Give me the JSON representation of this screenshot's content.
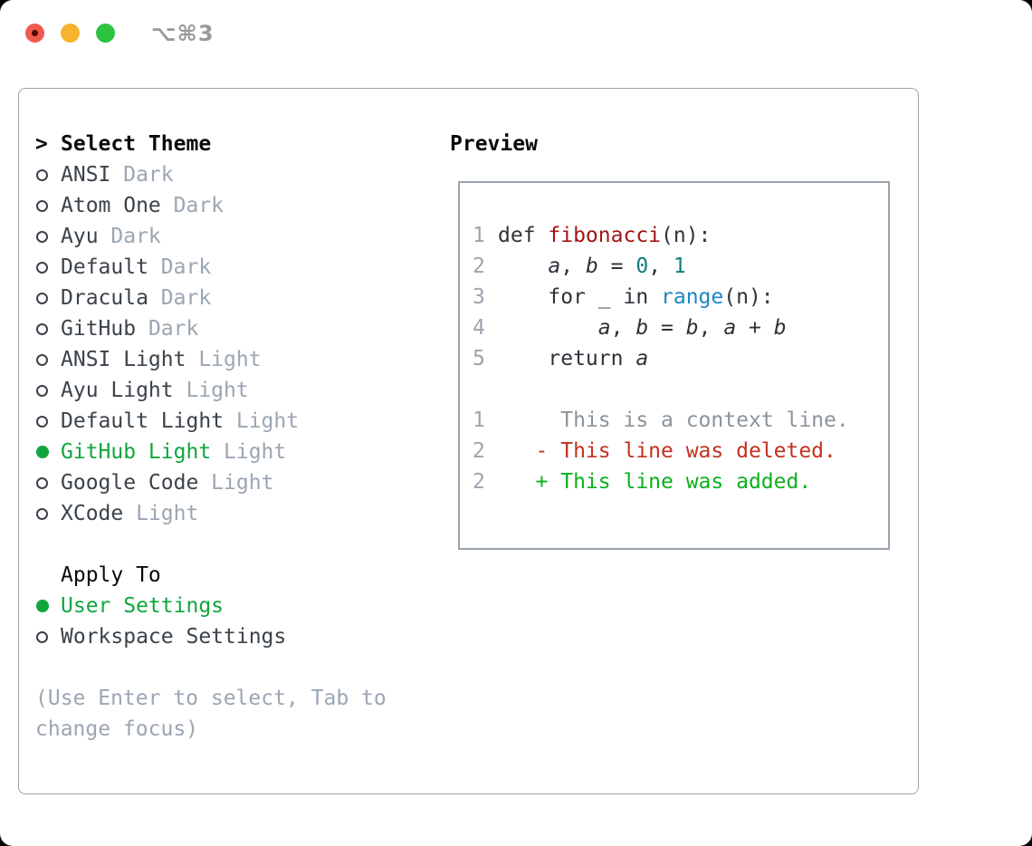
{
  "window": {
    "title": "⌥⌘3",
    "traffic_lights": [
      {
        "name": "close",
        "color": "#f0594e"
      },
      {
        "name": "minimize",
        "color": "#f6b42c"
      },
      {
        "name": "zoom",
        "color": "#2cc341"
      }
    ]
  },
  "theme_selector": {
    "prompt": ">",
    "title": "Select Theme",
    "themes": [
      {
        "name": "ANSI",
        "variant": "Dark",
        "selected": false
      },
      {
        "name": "Atom One",
        "variant": "Dark",
        "selected": false
      },
      {
        "name": "Ayu",
        "variant": "Dark",
        "selected": false
      },
      {
        "name": "Default",
        "variant": "Dark",
        "selected": false
      },
      {
        "name": "Dracula",
        "variant": "Dark",
        "selected": false
      },
      {
        "name": "GitHub",
        "variant": "Dark",
        "selected": false
      },
      {
        "name": "ANSI Light",
        "variant": "Light",
        "selected": false
      },
      {
        "name": "Ayu Light",
        "variant": "Light",
        "selected": false
      },
      {
        "name": "Default Light",
        "variant": "Light",
        "selected": false
      },
      {
        "name": "GitHub Light",
        "variant": "Light",
        "selected": true
      },
      {
        "name": "Google Code",
        "variant": "Light",
        "selected": false
      },
      {
        "name": "XCode",
        "variant": "Light",
        "selected": false
      }
    ],
    "apply_to": {
      "title": "Apply To",
      "options": [
        {
          "name": "User Settings",
          "selected": true
        },
        {
          "name": "Workspace Settings",
          "selected": false
        }
      ]
    },
    "hint_lines": [
      "(Use Enter to select, Tab to",
      "change focus)"
    ]
  },
  "preview": {
    "title": "Preview",
    "code_lines": [
      {
        "num": "1",
        "segments": [
          {
            "t": "def ",
            "c": "code"
          },
          {
            "t": "fibonacci",
            "c": "func"
          },
          {
            "t": "(n):",
            "c": "code"
          }
        ]
      },
      {
        "num": "2",
        "segments": [
          {
            "t": "    ",
            "c": "code"
          },
          {
            "t": "a",
            "c": "var"
          },
          {
            "t": ", ",
            "c": "code"
          },
          {
            "t": "b",
            "c": "var"
          },
          {
            "t": " = ",
            "c": "code"
          },
          {
            "t": "0",
            "c": "num"
          },
          {
            "t": ", ",
            "c": "code"
          },
          {
            "t": "1",
            "c": "num"
          }
        ]
      },
      {
        "num": "3",
        "segments": [
          {
            "t": "    for _ in ",
            "c": "code"
          },
          {
            "t": "range",
            "c": "builtin"
          },
          {
            "t": "(n):",
            "c": "code"
          }
        ]
      },
      {
        "num": "4",
        "segments": [
          {
            "t": "        ",
            "c": "code"
          },
          {
            "t": "a",
            "c": "var"
          },
          {
            "t": ", ",
            "c": "code"
          },
          {
            "t": "b",
            "c": "var"
          },
          {
            "t": " = ",
            "c": "code"
          },
          {
            "t": "b",
            "c": "var"
          },
          {
            "t": ", ",
            "c": "code"
          },
          {
            "t": "a",
            "c": "var"
          },
          {
            "t": " + ",
            "c": "code"
          },
          {
            "t": "b",
            "c": "var"
          }
        ]
      },
      {
        "num": "5",
        "segments": [
          {
            "t": "    return ",
            "c": "code"
          },
          {
            "t": "a",
            "c": "var"
          }
        ]
      }
    ],
    "diff_lines": [
      {
        "num": "1",
        "segments": [
          {
            "t": "     This is a context line.",
            "c": "context"
          }
        ]
      },
      {
        "num": "2",
        "segments": [
          {
            "t": "   ",
            "c": "code"
          },
          {
            "t": "- This line was deleted.",
            "c": "deleted"
          }
        ]
      },
      {
        "num": "2",
        "segments": [
          {
            "t": "   ",
            "c": "code"
          },
          {
            "t": "+ This line was added.",
            "c": "added"
          }
        ]
      }
    ]
  },
  "colors": {
    "selected_green": "#10a63d",
    "item_text": "#3b424a",
    "muted_gray": "#9ba6b2",
    "panel_border": "#99a2ad",
    "function_red": "#a31515",
    "literal_teal": "#0f7d7c",
    "builtin_blue": "#1b87c4",
    "diff_deleted_red": "#c0321f",
    "diff_added_green": "#0cb01c",
    "context_gray": "#8b939b"
  }
}
